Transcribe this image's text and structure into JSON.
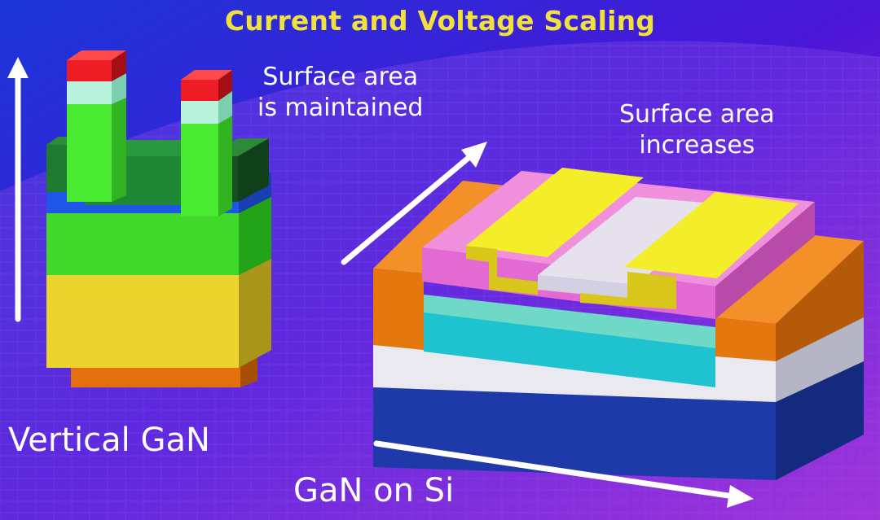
{
  "title": "Current and Voltage Scaling",
  "vertical": {
    "label": "Vertical GaN",
    "note": [
      "Surface area",
      "is maintained"
    ]
  },
  "lateral": {
    "label": "GaN on Si",
    "note": [
      "Surface area",
      "increases"
    ]
  },
  "colors": {
    "title": "#f1e13c",
    "background_top": "#1a2fd6",
    "background_bottom": "#b127d8",
    "contact_red": "#ee1c25",
    "drift_green": "#39d92b",
    "substrate_yellow": "#ead42d",
    "gate_yellow": "#f4ee2a",
    "oxide_pink": "#e46ad3",
    "channel_teal": "#1fc3cf",
    "si_blue": "#1d3aa8",
    "orange": "#e8780e"
  }
}
